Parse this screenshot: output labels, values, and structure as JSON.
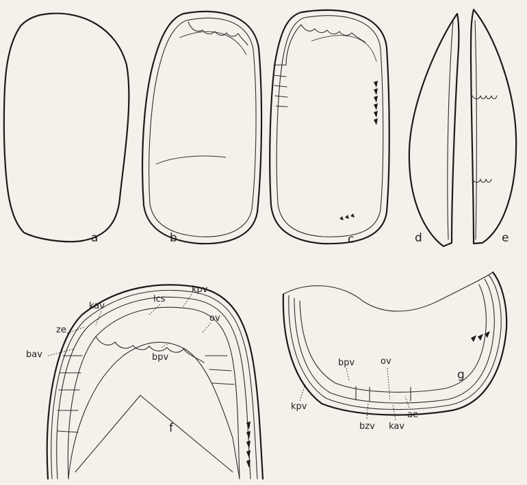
{
  "panels": {
    "a": "a",
    "b": "b",
    "c": "c",
    "d": "d",
    "e": "e",
    "f": "f",
    "g": "g"
  },
  "labels_f": {
    "lcs": "lcs",
    "kav": "kav",
    "kpv": "kpv",
    "ov": "ov",
    "ze": "ze",
    "bav": "bav",
    "bpv": "bpv"
  },
  "labels_g": {
    "bpv": "bpv",
    "ov": "ov",
    "kpv": "kpv",
    "bzv": "bzv",
    "kav": "kav",
    "ae": "ae"
  }
}
